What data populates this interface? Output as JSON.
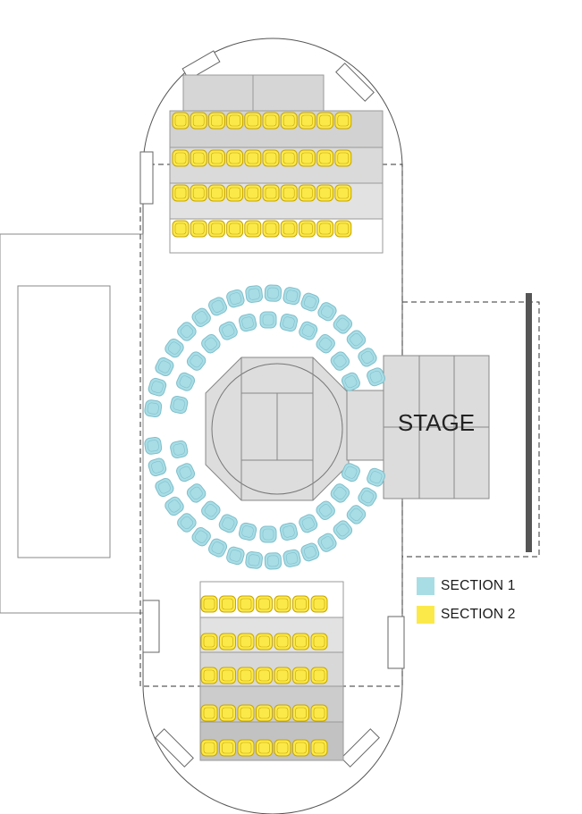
{
  "stage": {
    "label": "STAGE"
  },
  "legend": [
    {
      "label": "SECTION 1",
      "color": "#a8dde5"
    },
    {
      "label": "SECTION 2",
      "color": "#fbe94a"
    }
  ],
  "colors": {
    "section1_seat": "#a8dde5",
    "section1_outline": "#7fbfcc",
    "section2_seat": "#fbe94a",
    "section2_outline": "#c7a500",
    "platform": "#e0e0e0",
    "platform_dark": "#cfcfcf",
    "line": "#555555",
    "stage_wall": "#555555"
  },
  "seating": {
    "section1_outer_arc_seats": 34,
    "section1_inner_arc_seats": 24,
    "section2_top_rows": [
      10,
      10,
      10,
      10
    ],
    "section2_bottom_rows": [
      7,
      7,
      7,
      7,
      7
    ]
  }
}
